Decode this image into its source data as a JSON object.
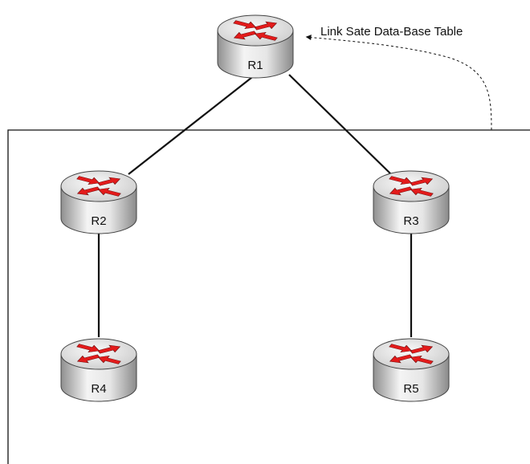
{
  "annotation": {
    "text": "Link Sate Data-Base  Table"
  },
  "routers": [
    {
      "id": "r1",
      "label": "R1"
    },
    {
      "id": "r2",
      "label": "R2"
    },
    {
      "id": "r3",
      "label": "R3"
    },
    {
      "id": "r4",
      "label": "R4"
    },
    {
      "id": "r5",
      "label": "R5"
    }
  ],
  "links": [
    {
      "from": "R1",
      "to": "R2"
    },
    {
      "from": "R1",
      "to": "R3"
    },
    {
      "from": "R2",
      "to": "R4"
    },
    {
      "from": "R3",
      "to": "R5"
    }
  ],
  "colors": {
    "arrow_fill": "#e31b1b",
    "arrow_outline": "#6b0f0f",
    "router_body_light": "#f2f2f2",
    "router_body_dark": "#9a9a9a",
    "line": "#111111"
  }
}
